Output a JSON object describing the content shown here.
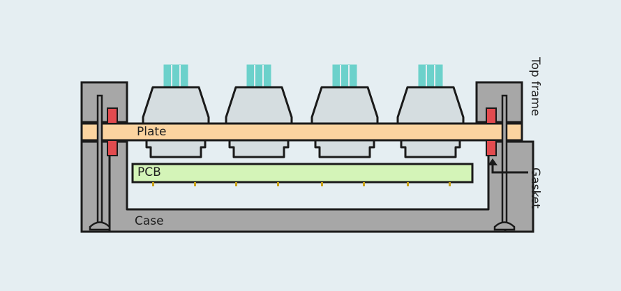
{
  "labels": {
    "plate": "Plate",
    "pcb": "PCB",
    "case": "Case",
    "top_frame": "Top frame",
    "gasket": "Gasket"
  },
  "colors": {
    "background": "#e5eef2",
    "frame": "#a7a7a7",
    "outline": "#1a1a1a",
    "plate": "#fcd4a0",
    "pcb": "#d4f4b8",
    "switch_housing": "#d5dde0",
    "stem": "#6cd1cb",
    "gasket": "#e24b4f",
    "pins": "#c9a21a"
  },
  "switch_count": 4
}
